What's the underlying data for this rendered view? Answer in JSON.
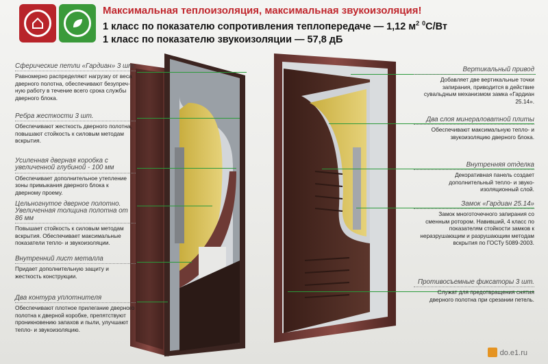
{
  "header": {
    "title": "Максимальная теплоизоляция, максимальная звукоизоляция!",
    "line1_pre": "1 класс по показателю сопротивления теплопередаче — 1,12 м",
    "line1_sup1": "2",
    "line1_sup2": "0",
    "line1_post": "С/Вт",
    "line2": "1 класс по показателю звукоизоляции — 57,8 дБ"
  },
  "left": [
    {
      "title": "Сферические петли «Гардиан» 3 шт.",
      "desc": "Равномерно распределяют нагрузку от веса дверного полотна, обеспечивают безупреч-ную работу в течение всего срока службы дверного блока."
    },
    {
      "title": "Ребра жесткости 3 шт.",
      "desc": "Обеспечивают жесткость дверного полотна, повышают стойкость к силовым методам вскрытия."
    },
    {
      "title": "Усиленная дверная коробка с увеличенной глубиной - 100 мм",
      "desc": "Обеспечивает дополнительное утепление зоны примыкания дверного блока к дверному проему."
    },
    {
      "title": "Цельногнутое дверное полотно. Увеличенная толщина полотна от 86 мм",
      "desc": "Повышает стойкость к силовым методам вскрытия. Обеспечивает максимальные показатели тепло- и звукоизоляции."
    },
    {
      "title": "Внутренний лист металла",
      "desc": "Придает дополнительную защиту и жесткость конструкции."
    },
    {
      "title": "Два контура уплотнителя",
      "desc": "Обеспечивают плотное прилегание дверного полотна к дверной коробке, препятствуют проникновению запахов и пыли, улучшают тепло- и звукоизоляцию."
    }
  ],
  "right": [
    {
      "title": "Вертикальный привод",
      "desc": "Добавляет две вертикальные точки запирания, приводится в действие сувальдным механизмом замка «Гардиан 25.14»."
    },
    {
      "title": "Два слоя минераловатной плиты",
      "desc": "Обеспечивают максимальную тепло- и звукоизоляцию дверного блока."
    },
    {
      "title": "Внутренняя отделка",
      "desc": "Декоративная панель создает дополнительный тепло- и звуко-изоляционный слой."
    },
    {
      "title": "Замок «Гардиан 25.14»",
      "desc": "Замок многоточечного запирания со сменным ротором. Навивший, 4 класс по показателям стойкости замков к неразрушающим и разрушающим методам вскрытия по ГОСТу 5089-2003."
    },
    {
      "title": "Противосъемные фиксаторы 3 шт.",
      "desc": "Служат для предотвращения снятия дверного полотна при срезании петель."
    }
  ],
  "watermark": "do.e1.ru",
  "colors": {
    "accent": "#c0272d",
    "line": "#2a9a3a",
    "frame": "#6e3a35",
    "panel": "#4a2a22",
    "insulation": "#d9c25a"
  }
}
